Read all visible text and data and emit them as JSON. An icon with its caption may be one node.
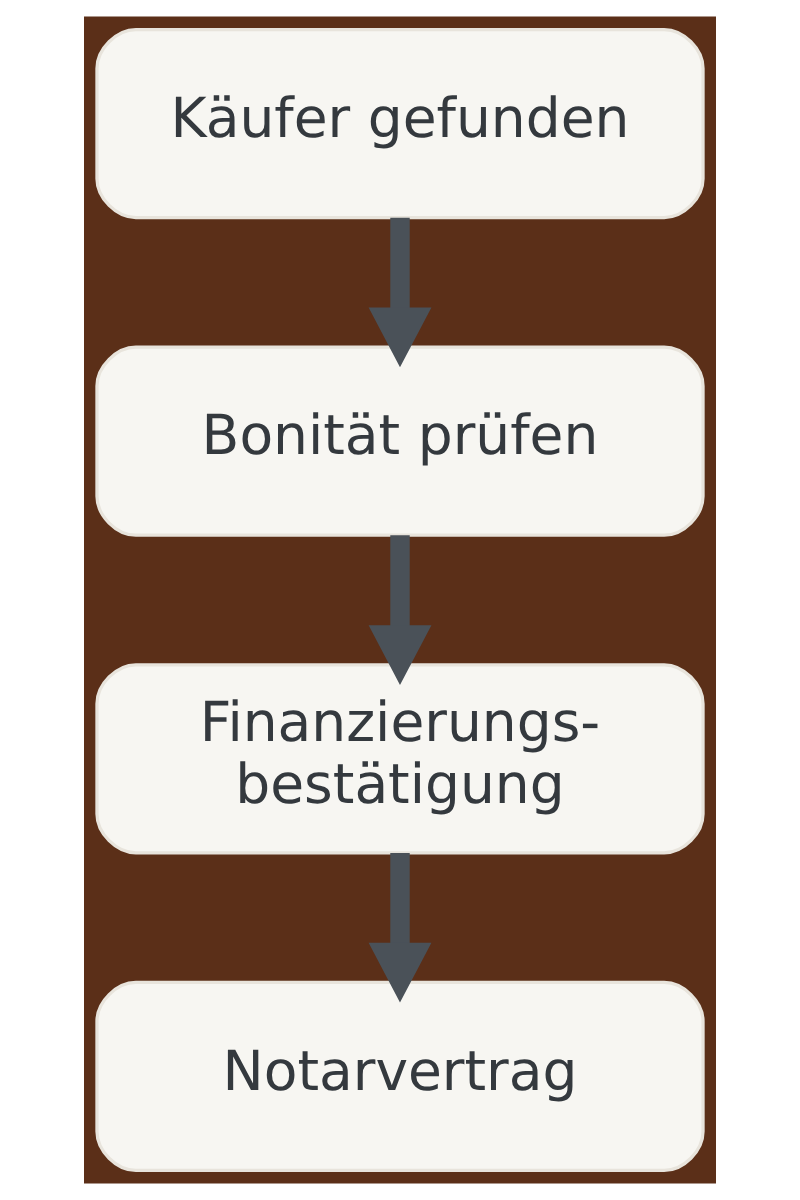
{
  "diagram": {
    "nodes": [
      {
        "text": [
          "Käufer gefunden"
        ]
      },
      {
        "text": [
          "Bonität prüfen"
        ]
      },
      {
        "text": [
          "Finanzierungs-bestätigung"
        ]
      },
      {
        "text": [
          "Notarvertrag"
        ]
      }
    ],
    "edges": [
      {
        "from": 0,
        "to": 1,
        "arrow": "to"
      },
      {
        "from": 1,
        "to": 2,
        "arrow": "to"
      },
      {
        "from": 2,
        "to": 3,
        "arrow": "to"
      }
    ]
  }
}
